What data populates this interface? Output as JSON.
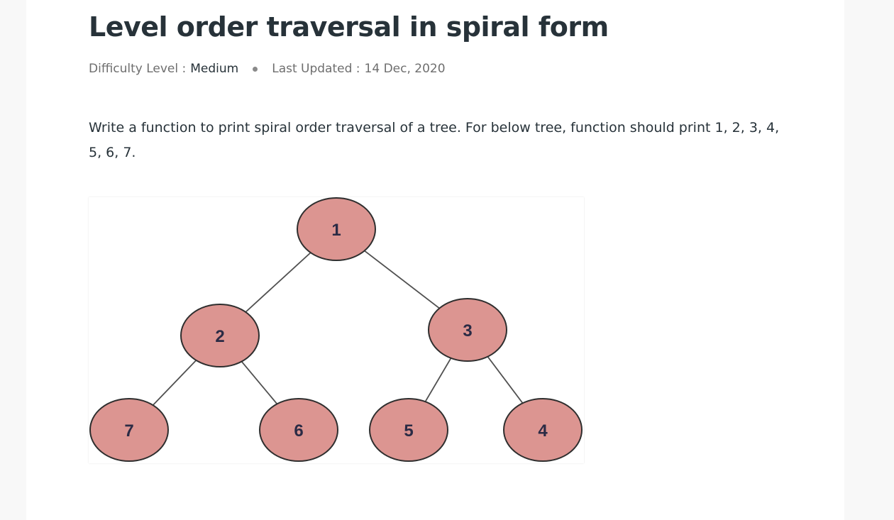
{
  "article": {
    "title": "Level order traversal in spiral form",
    "meta": {
      "difficulty_label": "Difficulty Level :",
      "difficulty_value": "Medium",
      "updated_label": "Last Updated :",
      "updated_value": "14 Dec, 2020"
    },
    "description": "Write a function to print spiral order traversal of a tree. For below tree, function should print 1, 2, 3, 4, 5, 6, 7."
  },
  "tree": {
    "node_fill": "#dc9591",
    "node_stroke": "#2e2e2e",
    "edge_color": "#505050",
    "nodes": [
      {
        "id": "n1",
        "label": "1"
      },
      {
        "id": "n2",
        "label": "2"
      },
      {
        "id": "n3",
        "label": "3"
      },
      {
        "id": "n7",
        "label": "7"
      },
      {
        "id": "n6",
        "label": "6"
      },
      {
        "id": "n5",
        "label": "5"
      },
      {
        "id": "n4",
        "label": "4"
      }
    ],
    "edges": [
      {
        "from": "n1",
        "to": "n2"
      },
      {
        "from": "n1",
        "to": "n3"
      },
      {
        "from": "n2",
        "to": "n7"
      },
      {
        "from": "n2",
        "to": "n6"
      },
      {
        "from": "n3",
        "to": "n5"
      },
      {
        "from": "n3",
        "to": "n4"
      }
    ]
  }
}
